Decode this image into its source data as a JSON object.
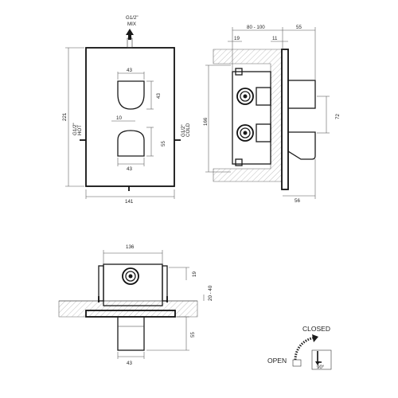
{
  "front_view": {
    "top_port_label": "G1/2\"",
    "top_port_sub": "MIX",
    "left_port_label": "G1/2\"",
    "left_port_sub": "HOT",
    "right_port_label": "G1/2\"",
    "right_port_sub": "COLD",
    "dim_height": "221",
    "dim_width": "141",
    "dim_knob_width_top": "43",
    "dim_knob_height": "43",
    "dim_offset": "10",
    "dim_knob_height_bottom": "55",
    "dim_knob_width_bottom": "43"
  },
  "side_view": {
    "dim_depth_range": "80 - 100",
    "dim_front": "55",
    "dim_left": "19",
    "dim_right_small": "11",
    "dim_total_height": "166",
    "dim_spacing": "72",
    "dim_bottom": "56"
  },
  "bottom_view": {
    "dim_width": "136",
    "dim_top": "19",
    "dim_wall": "20 - 40",
    "dim_depth": "55",
    "dim_knob": "43"
  },
  "legend": {
    "closed_label": "CLOSED",
    "open_label": "OPEN",
    "angle_label": "90°"
  }
}
